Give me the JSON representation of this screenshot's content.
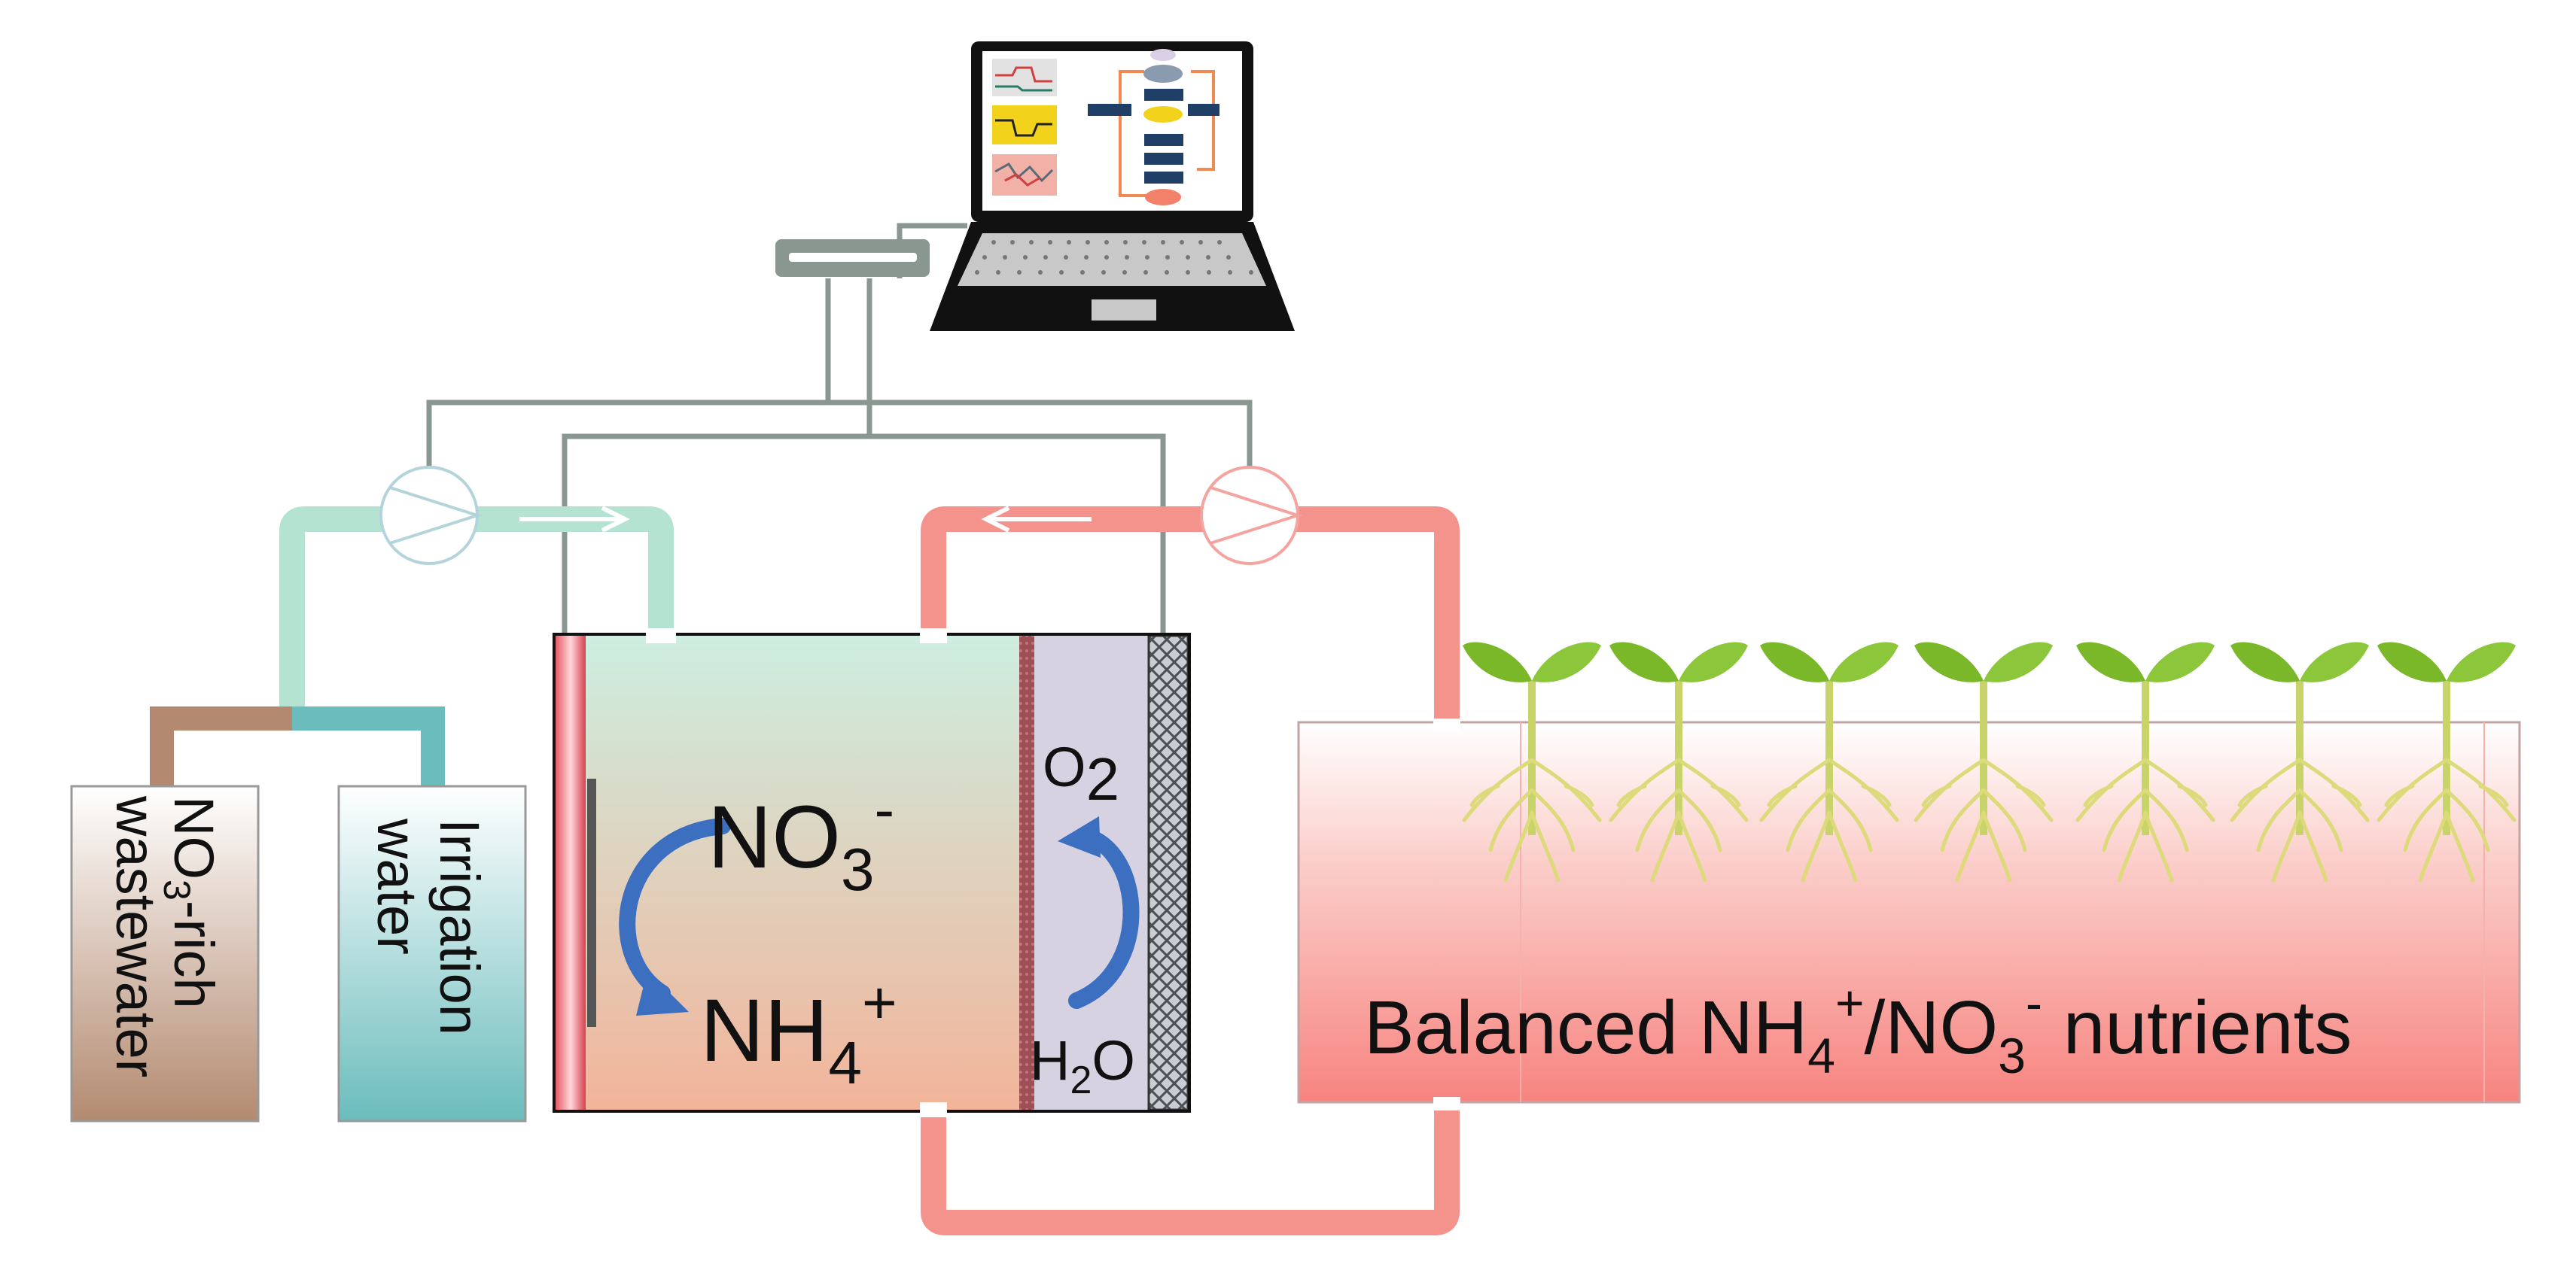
{
  "labels": {
    "no3": {
      "base": "NO",
      "sub": "3",
      "sup": "-"
    },
    "nh4": {
      "base": "NH",
      "sub": "4",
      "sup": "+"
    },
    "o2": {
      "base": "O",
      "sub": "2"
    },
    "h2o": {
      "part1": "H",
      "sub": "2",
      "part2": "O"
    },
    "tank_wastewater": {
      "base": "NO",
      "sub": "3",
      "line1_rest": "-rich",
      "line2": "wastewater"
    },
    "tank_irrigation": {
      "line1": "Irrigation",
      "line2": "water"
    },
    "banner": {
      "part1": "Balanced NH",
      "sub1": "4",
      "sup1": "+",
      "part2": "/NO",
      "sub2": "3",
      "sup2": "-",
      "part3": " nutrients"
    }
  },
  "colors": {
    "feed_line": "#b4e3d2",
    "return_line": "#f4928c",
    "control_wire": "#8a9690",
    "tank_wastewater": "#b38a70",
    "tank_irrigation": "#6bbcbc",
    "cathode_chamber_top": "#cdeee0",
    "cathode_chamber_bottom": "#f2b49a",
    "anode_chamber": "#d6d2e2",
    "plant_leaf": "#7ab82a",
    "plant_root": "#dcda7a",
    "reaction_arrow": "#3c6fc0"
  },
  "icons": {
    "pump_left": "pump-icon",
    "pump_right": "pump-icon",
    "controller": "potentiostat-icon",
    "computer": "laptop-icon",
    "seedling": "seedling-icon"
  }
}
